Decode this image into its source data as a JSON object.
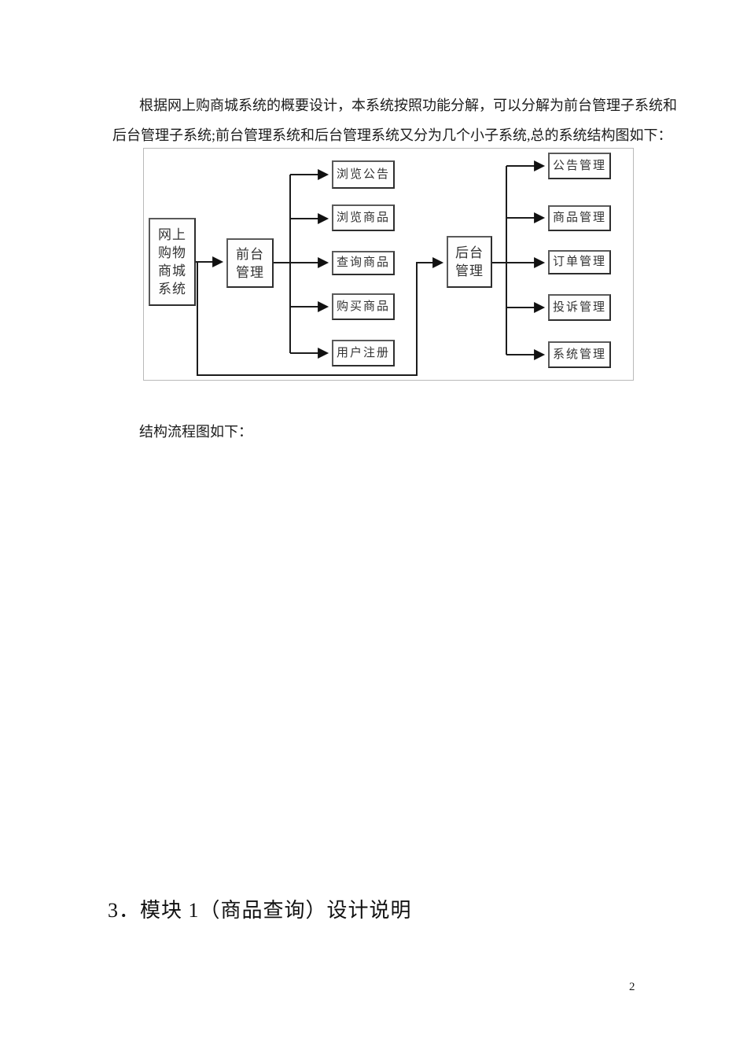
{
  "paragraph": {
    "line1": "根据网上购商城系统的概要设计，本系统按照功能分解，可以分解为前台管理子系统和",
    "line2": "后台管理子系统;前台管理系统和后台管理系统又分为几个小子系统,总的系统结构图如下："
  },
  "caption": "结构流程图如下：",
  "heading": "3．模块 1（商品查询）设计说明",
  "page": {
    "number": "2"
  },
  "diagram": {
    "root_label": "网上\n购物\n商城\n系统",
    "front_label": "前台\n管理",
    "back_label": "后台\n管理",
    "front_children": [
      "浏览公告",
      "浏览商品",
      "查询商品",
      "购买商品",
      "用户注册"
    ],
    "back_children": [
      "公告管理",
      "商品管理",
      "订单管理",
      "投诉管理",
      "系统管理"
    ],
    "line_color": "#1c1c1c",
    "box_border_color": "#5a5a5a",
    "frame_border_color": "#b9b9b9"
  }
}
